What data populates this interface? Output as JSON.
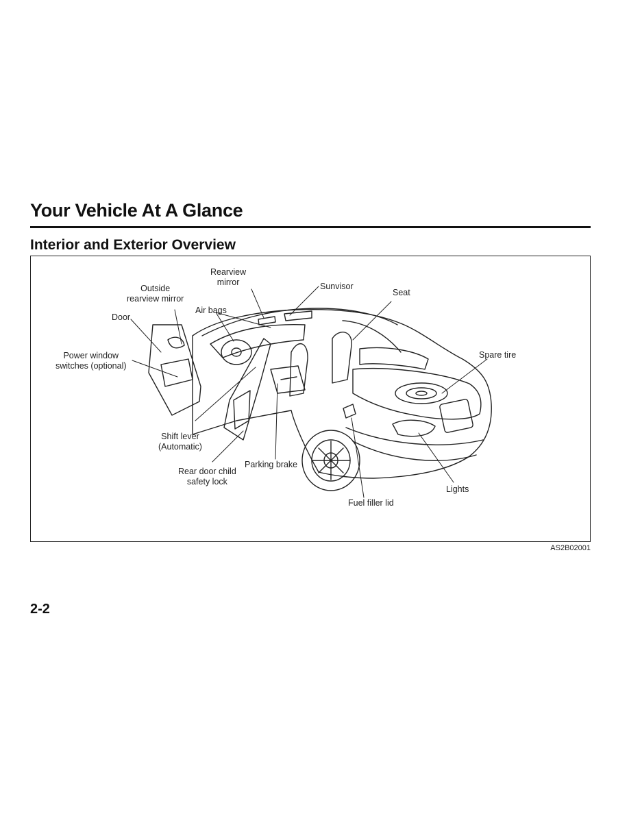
{
  "page": {
    "title": "Your Vehicle At A Glance",
    "section_title": "Interior and Exterior Overview",
    "figure_code": "AS2B02001",
    "page_number": "2-2"
  },
  "figure": {
    "labels": {
      "rearview_mirror_1": "Rearview",
      "rearview_mirror_2": "mirror",
      "outside_mirror_1": "Outside",
      "outside_mirror_2": "rearview mirror",
      "sunvisor": "Sunvisor",
      "seat": "Seat",
      "air_bags": "Air bags",
      "door": "Door",
      "power_window_1": "Power window",
      "power_window_2": "switches (optional)",
      "spare_tire": "Spare tire",
      "shift_lever_1": "Shift lever",
      "shift_lever_2": "(Automatic)",
      "parking_brake": "Parking brake",
      "rear_door_lock_1": "Rear door child",
      "rear_door_lock_2": "safety lock",
      "lights": "Lights",
      "fuel_filler": "Fuel filler lid"
    }
  }
}
